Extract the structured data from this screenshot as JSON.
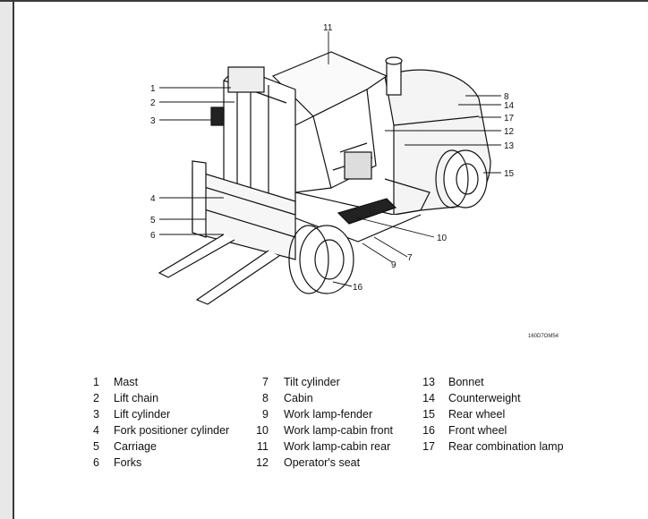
{
  "figure": {
    "code": "160D7OM54",
    "callouts": [
      "1",
      "2",
      "3",
      "4",
      "5",
      "6",
      "7",
      "8",
      "9",
      "10",
      "11",
      "12",
      "13",
      "14",
      "15",
      "16",
      "17"
    ]
  },
  "legend": {
    "col1": [
      {
        "num": "1",
        "label": "Mast"
      },
      {
        "num": "2",
        "label": "Lift chain"
      },
      {
        "num": "3",
        "label": "Lift cylinder"
      },
      {
        "num": "4",
        "label": "Fork positioner cylinder"
      },
      {
        "num": "5",
        "label": "Carriage"
      },
      {
        "num": "6",
        "label": "Forks"
      }
    ],
    "col2": [
      {
        "num": "7",
        "label": "Tilt cylinder"
      },
      {
        "num": "8",
        "label": "Cabin"
      },
      {
        "num": "9",
        "label": "Work lamp-fender"
      },
      {
        "num": "10",
        "label": "Work lamp-cabin front"
      },
      {
        "num": "11",
        "label": "Work lamp-cabin rear"
      },
      {
        "num": "12",
        "label": "Operator's seat"
      }
    ],
    "col3": [
      {
        "num": "13",
        "label": "Bonnet"
      },
      {
        "num": "14",
        "label": "Counterweight"
      },
      {
        "num": "15",
        "label": "Rear wheel"
      },
      {
        "num": "16",
        "label": "Front wheel"
      },
      {
        "num": "17",
        "label": "Rear combination lamp"
      }
    ]
  }
}
